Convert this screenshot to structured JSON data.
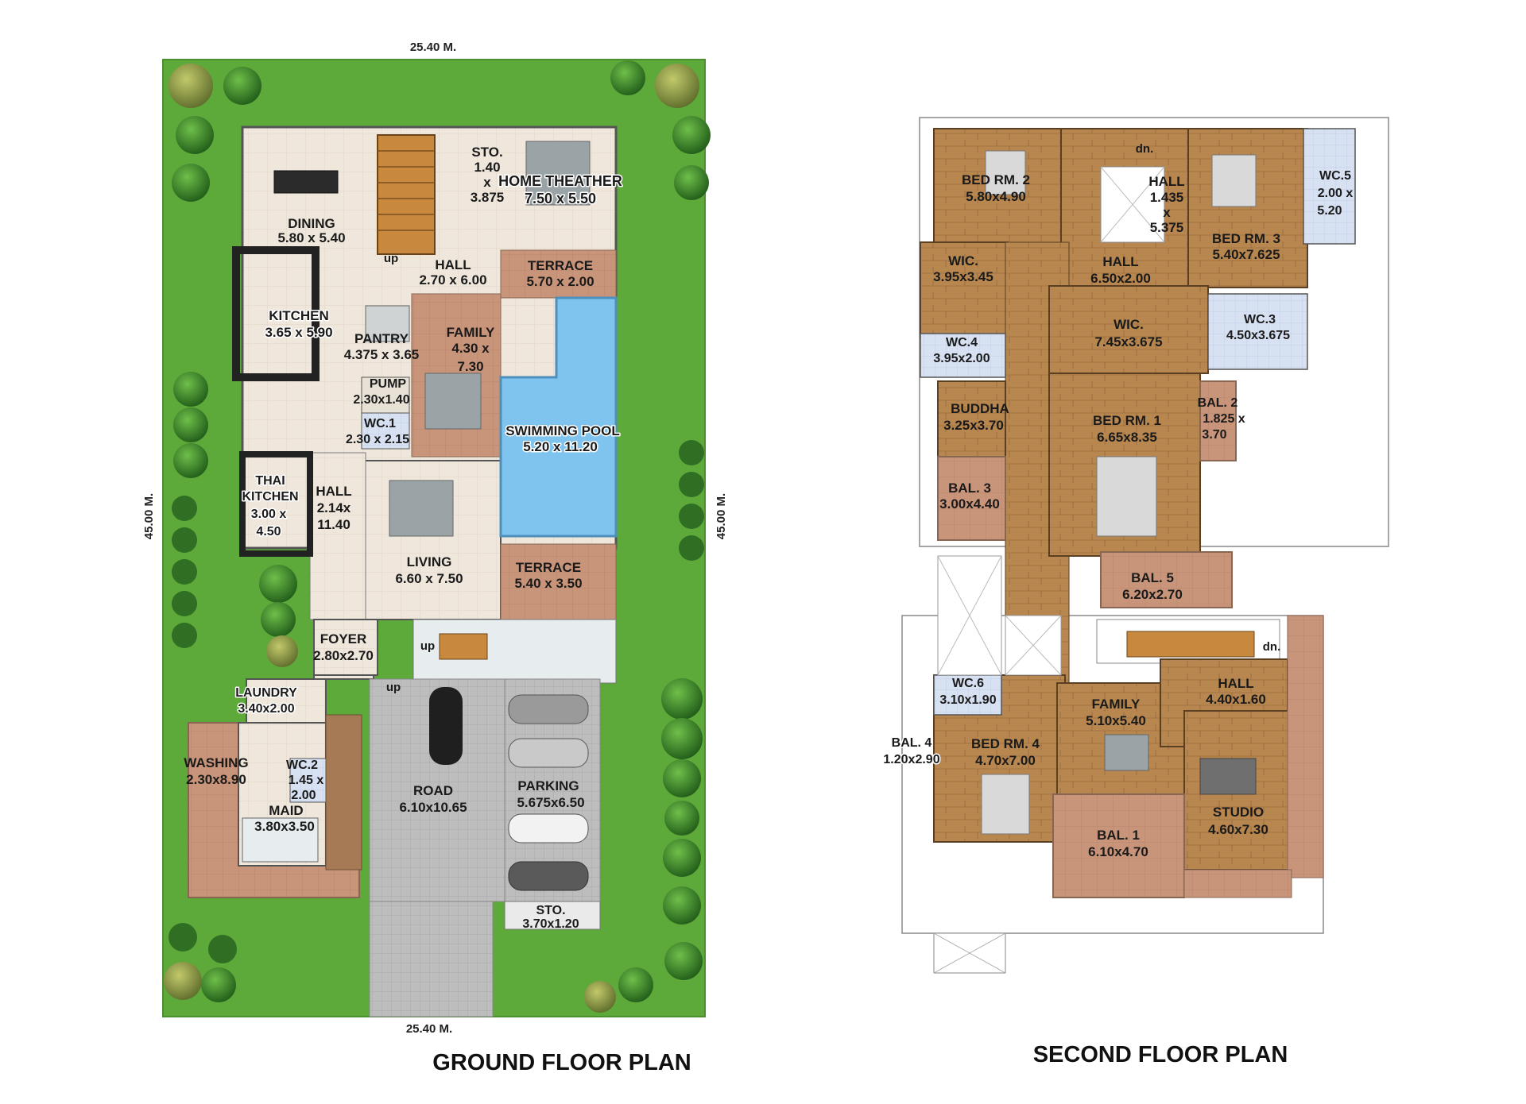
{
  "ground_floor": {
    "title": "GROUND FLOOR PLAN",
    "width_top": "25.40 M.",
    "width_bottom": "25.40 M.",
    "depth_left": "45.00 M.",
    "depth_right": "45.00 M.",
    "rooms": {
      "dining": [
        "DINING",
        "5.80 x 5.40"
      ],
      "sto": [
        "STO.",
        "1.40",
        "x",
        "3.875"
      ],
      "home_theather": [
        "HOME THEATHER",
        "7.50 x 5.50"
      ],
      "hall": [
        "HALL",
        "2.70 x 6.00"
      ],
      "terrace_top": [
        "TERRACE",
        "5.70 x 2.00"
      ],
      "kitchen": [
        "KITCHEN",
        "3.65 x 5.90"
      ],
      "pantry": [
        "PANTRY",
        "4.375 x 3.65"
      ],
      "family": [
        "FAMILY",
        "4.30 x",
        "7.30"
      ],
      "pump": [
        "PUMP",
        "2.30x1.40"
      ],
      "wc1": [
        "WC.1",
        "2.30 x 2.15"
      ],
      "swimming_pool": [
        "SWIMMING POOL",
        "5.20 x 11.20"
      ],
      "thai_kitchen": [
        "THAI",
        "KITCHEN",
        "3.00 x",
        "4.50"
      ],
      "hall2": [
        "HALL",
        "2.14x",
        "11.40"
      ],
      "living": [
        "LIVING",
        "6.60 x 7.50"
      ],
      "terrace_bottom": [
        "TERRACE",
        "5.40 x 3.50"
      ],
      "foyer": [
        "FOYER",
        "2.80x2.70"
      ],
      "laundry": [
        "LAUNDRY",
        "3.40x2.00"
      ],
      "washing": [
        "WASHING",
        "2.30x8.90"
      ],
      "wc2": [
        "WC.2",
        "1.45 x",
        "2.00"
      ],
      "maid": [
        "MAID",
        "3.80x3.50"
      ],
      "road": [
        "ROAD",
        "6.10x10.65"
      ],
      "parking": [
        "PARKING",
        "5.675x6.50"
      ],
      "sto2": [
        "STO.",
        "3.70x1.20"
      ]
    },
    "stairs": {
      "up1": "up",
      "up2": "up",
      "up3": "up"
    }
  },
  "second_floor": {
    "title": "SECOND FLOOR PLAN",
    "rooms": {
      "bed2": [
        "BED RM. 2",
        "5.80x4.90"
      ],
      "hall_a": [
        "HALL",
        "1.435",
        "x",
        "5.375"
      ],
      "bed3": [
        "BED RM. 3",
        "5.40x7.625"
      ],
      "wc5": [
        "WC.5",
        "2.00 x",
        "5.20"
      ],
      "wic_a": [
        "WIC.",
        "3.95x3.45"
      ],
      "hall_b": [
        "HALL",
        "6.50x2.00"
      ],
      "wc4": [
        "WC.4",
        "3.95x2.00"
      ],
      "wic_b": [
        "WIC.",
        "7.45x3.675"
      ],
      "wc3": [
        "WC.3",
        "4.50x3.675"
      ],
      "buddha": [
        "BUDDHA",
        "3.25x3.70"
      ],
      "bed1": [
        "BED RM. 1",
        "6.65x8.35"
      ],
      "bal2": [
        "BAL. 2",
        "1.825 x",
        "3.70"
      ],
      "bal3": [
        "BAL. 3",
        "3.00x4.40"
      ],
      "bal5": [
        "BAL. 5",
        "6.20x2.70"
      ],
      "wc6": [
        "WC.6",
        "3.10x1.90"
      ],
      "family": [
        "FAMILY",
        "5.10x5.40"
      ],
      "hall_c": [
        "HALL",
        "4.40x1.60"
      ],
      "bal4": [
        "BAL. 4",
        "1.20x2.90"
      ],
      "bed4": [
        "BED RM. 4",
        "4.70x7.00"
      ],
      "studio": [
        "STUDIO",
        "4.60x7.30"
      ],
      "bal1": [
        "BAL. 1",
        "6.10x4.70"
      ]
    },
    "stairs": {
      "dn1": "dn.",
      "dn2": "dn."
    }
  },
  "colors": {
    "lawn": "#5daa3a",
    "floor_tile": "#efe7dc",
    "wood": "#b8864f",
    "terrace": "#c9957a",
    "pool": "#7fc4ef",
    "paving": "#bdbdbd",
    "tree": "#2f6e23",
    "wc_tile": "#d7e1f2"
  }
}
